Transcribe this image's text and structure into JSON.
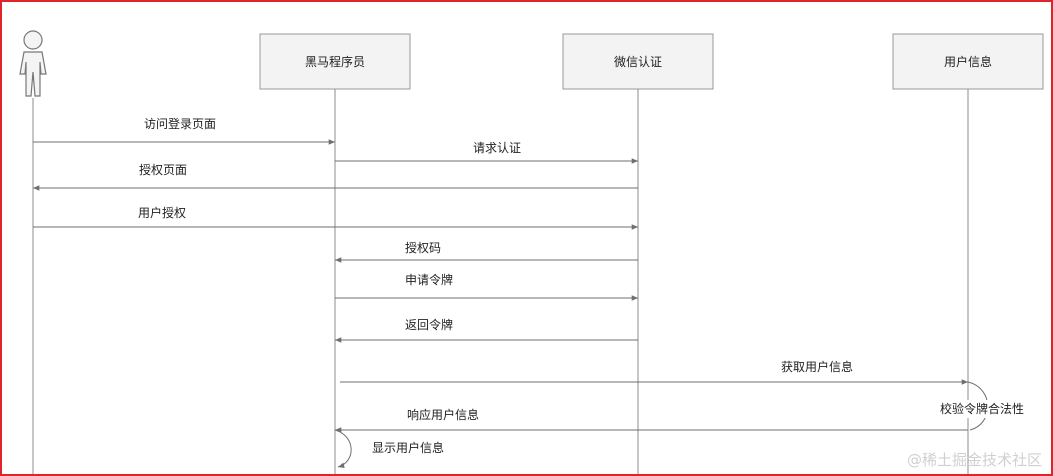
{
  "participants": [
    {
      "id": "user",
      "label": ""
    },
    {
      "id": "heima",
      "label": "黑马程序员"
    },
    {
      "id": "wechat",
      "label": "微信认证"
    },
    {
      "id": "userinfo",
      "label": "用户信息"
    }
  ],
  "messages": [
    {
      "from": "user",
      "to": "heima",
      "label": "访问登录页面"
    },
    {
      "from": "heima",
      "to": "wechat",
      "label": "请求认证"
    },
    {
      "from": "wechat",
      "to": "user",
      "label": "授权页面"
    },
    {
      "from": "user",
      "to": "wechat",
      "label": "用户授权"
    },
    {
      "from": "wechat",
      "to": "heima",
      "label": "授权码"
    },
    {
      "from": "heima",
      "to": "wechat",
      "label": "申请令牌"
    },
    {
      "from": "wechat",
      "to": "heima",
      "label": "返回令牌"
    },
    {
      "from": "heima",
      "to": "userinfo",
      "label": "获取用户信息"
    },
    {
      "from": "userinfo",
      "to": "userinfo",
      "label": "校验令牌合法性"
    },
    {
      "from": "userinfo",
      "to": "heima",
      "label": "响应用户信息"
    },
    {
      "from": "heima",
      "to": "heima",
      "label": "显示用户信息"
    }
  ],
  "watermark": "@稀土掘金技术社区",
  "colors": {
    "frame": "#e0242b",
    "box_fill": "#f3f3f3",
    "line": "#6f6f6f"
  }
}
